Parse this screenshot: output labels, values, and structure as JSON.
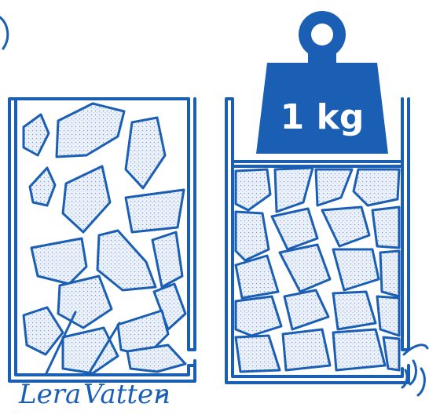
{
  "weight": {
    "label": "1 kg"
  },
  "labels": {
    "clay": "Lera",
    "water": "Vatten"
  },
  "colors": {
    "ink": "#1a5fb4",
    "paper": "#ffffff"
  }
}
